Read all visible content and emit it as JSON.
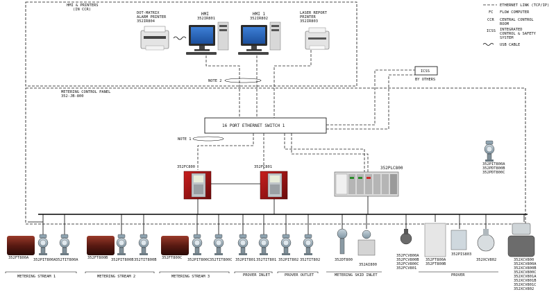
{
  "panels": {
    "hmi_title": "HMI & PRINTERS",
    "hmi_subtitle": "(IN CCR)",
    "metering_title": "METERING CONTROL PANEL",
    "metering_tag": "352-JB-800"
  },
  "hmi": {
    "dot_matrix": [
      "DOT-MATRIX",
      "ALARM PRINTER",
      "352IR804"
    ],
    "hmi1a": [
      "HMI",
      "352IR801"
    ],
    "hmi1b": [
      "HMI 1",
      "352IR802"
    ],
    "laser": [
      "LASER REPORT",
      "PRINTER",
      "352IR803"
    ]
  },
  "notes": {
    "note2": "NOTE 2",
    "note1": "NOTE 1"
  },
  "icss": {
    "box": "ICSS",
    "by_others": "BY OTHERS"
  },
  "switch": {
    "label": "16 PORT ETHERNET SWITCH 1"
  },
  "flow_computers": {
    "fc1": "352FC800",
    "fc2": "352FC801"
  },
  "plc": {
    "label": "352PLC800"
  },
  "tx_top": [
    "352PIT800A",
    "352PDT800B",
    "352PDT800C"
  ],
  "legend": {
    "ethernet": "ETHERNET LINK (TCP/IP)",
    "fc_abbr": "FC",
    "fc_text": "FLOW COMPUTER",
    "ccr_abbr": "CCR",
    "ccr_text": [
      "CENTRAL CONTROL",
      "ROOM"
    ],
    "icss_abbr": "ICSS",
    "icss_text": [
      "INTEGRATED",
      "CONTROL & SAFETY",
      "SYSTEM"
    ],
    "usb": "USB CABLE"
  },
  "field_devices": {
    "s1": [
      "352FT800A",
      "352PIT800A",
      "352TIT800A"
    ],
    "s2": [
      "352FT800B",
      "352PIT800B",
      "352TIT800B"
    ],
    "s3": [
      "352FT800C",
      "352PIT800C",
      "352TIT800C"
    ],
    "prover_inlet": [
      "352PIT801",
      "352TIT801"
    ],
    "prover_outlet": [
      "352PIT802",
      "352TIT802"
    ],
    "skid_inlet": [
      "352DT800",
      "352AI800"
    ],
    "fcv": [
      "352FCV800A",
      "352FCV800B",
      "352FCV800C",
      "352FCV801"
    ],
    "prover_1": [
      "352FT800A",
      "352FT800B"
    ],
    "prover_2": "352PIS803",
    "prover_3": "352XCV802",
    "valves": [
      "352XCV800",
      "352XCV800A",
      "352XCV800B",
      "352XCV800C",
      "352XCV801A",
      "352XCV801B",
      "352XCV801C",
      "352XCV802"
    ]
  },
  "groups": {
    "g1": "METERING STREAM 1",
    "g2": "METERING STREAM 2",
    "g3": "METERING STREAM 3",
    "g4": "PROVER INLET",
    "g5": "PROVER OUTLET",
    "g6": "METERING SKID INLET",
    "g7": "PROVER"
  }
}
